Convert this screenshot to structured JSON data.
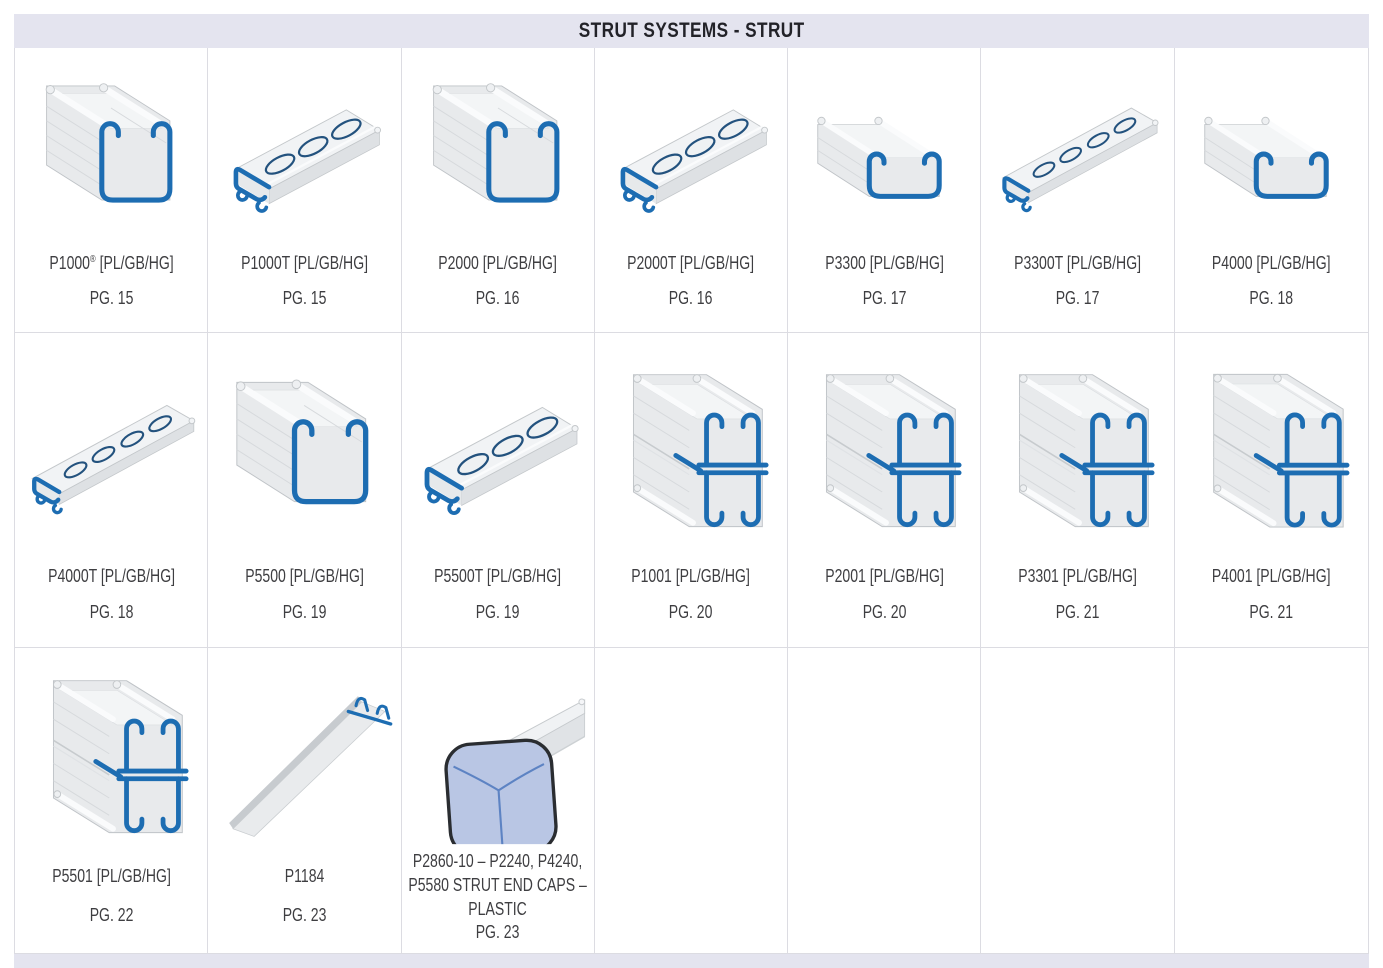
{
  "header": {
    "title": "STRUT SYSTEMS - STRUT"
  },
  "theme": {
    "band_background": "#e4e4ef",
    "accent_blue": "#1d6db2",
    "text_color": "#3e3e41",
    "cell_border": "#dcdce2"
  },
  "grid": {
    "columns": 7,
    "rows": 3,
    "cells": [
      {
        "label": "P1000® [PL/GB/HG]",
        "page": "PG. 15",
        "art": "deep"
      },
      {
        "label": "P1000T [PL/GB/HG]",
        "page": "PG. 15",
        "art": "slotted"
      },
      {
        "label": "P2000 [PL/GB/HG]",
        "page": "PG. 16",
        "art": "deep"
      },
      {
        "label": "P2000T [PL/GB/HG]",
        "page": "PG. 16",
        "art": "slotted"
      },
      {
        "label": "P3300 [PL/GB/HG]",
        "page": "PG. 17",
        "art": "shallow"
      },
      {
        "label": "P3300T [PL/GB/HG]",
        "page": "PG. 17",
        "art": "flatslot"
      },
      {
        "label": "P4000 [PL/GB/HG]",
        "page": "PG. 18",
        "art": "shallow"
      },
      {
        "label": "P4000T [PL/GB/HG]",
        "page": "PG. 18",
        "art": "flatslot"
      },
      {
        "label": "P5500 [PL/GB/HG]",
        "page": "PG. 19",
        "art": "deep"
      },
      {
        "label": "P5500T [PL/GB/HG]",
        "page": "PG. 19",
        "art": "slotted"
      },
      {
        "label": "P1001 [PL/GB/HG]",
        "page": "PG. 20",
        "art": "double"
      },
      {
        "label": "P2001 [PL/GB/HG]",
        "page": "PG. 20",
        "art": "double"
      },
      {
        "label": "P3301 [PL/GB/HG]",
        "page": "PG. 21",
        "art": "double"
      },
      {
        "label": "P4001 [PL/GB/HG]",
        "page": "PG. 21",
        "art": "double"
      },
      {
        "label": "P5501 [PL/GB/HG]",
        "page": "PG. 22",
        "art": "double"
      },
      {
        "label": "P1184",
        "page": "PG. 23",
        "art": "angle"
      },
      {
        "label": "P2860-10 – P2240, P4240, P5580 STRUT END CAPS – PLASTIC",
        "page": "PG. 23",
        "art": "endcap"
      },
      {
        "label": "",
        "page": "",
        "art": "none"
      },
      {
        "label": "",
        "page": "",
        "art": "none"
      },
      {
        "label": "",
        "page": "",
        "art": "none"
      },
      {
        "label": "",
        "page": "",
        "art": "none"
      }
    ]
  }
}
